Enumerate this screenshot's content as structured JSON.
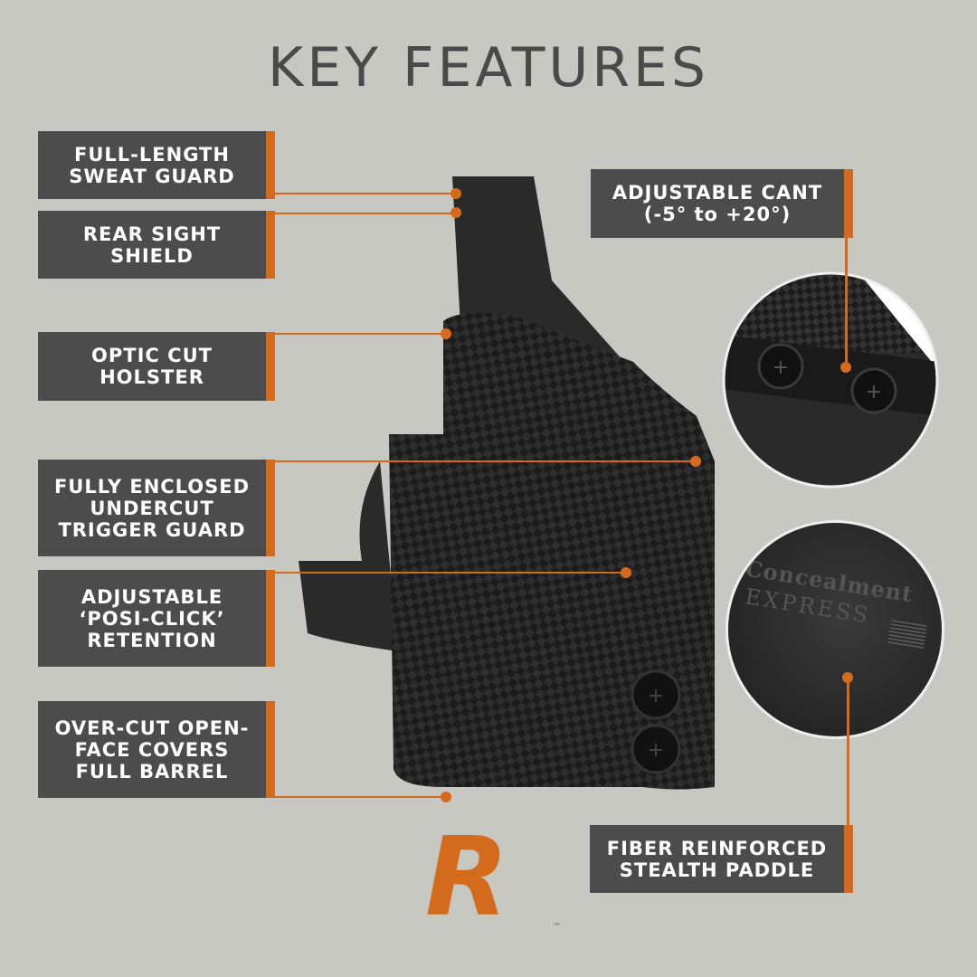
{
  "title": "KEY FEATURES",
  "features": {
    "sweat_guard": "FULL-LENGTH\nSWEAT GUARD",
    "rear_sight": "REAR SIGHT\nSHIELD",
    "optic_cut": "OPTIC CUT\nHOLSTER",
    "trigger_guard": "FULLY ENCLOSED\nUNDERCUT\nTRIGGER GUARD",
    "retention": "ADJUSTABLE\n‘POSI-CLICK’\nRETENTION",
    "barrel": "OVER-CUT OPEN-\nFACE COVERS\nFULL BARREL",
    "cant": "ADJUSTABLE CANT\n(-5° to +20°)",
    "paddle": "FIBER REINFORCED\nSTEALTH PADDLE"
  },
  "engraving": {
    "line1": "Concealment",
    "line2": "EXPRESS"
  },
  "logo": {
    "letter": "R",
    "tm": "™"
  },
  "colors": {
    "accent": "#d46b1c",
    "box": "#4c4c4c",
    "bg": "#c7c8c1"
  }
}
